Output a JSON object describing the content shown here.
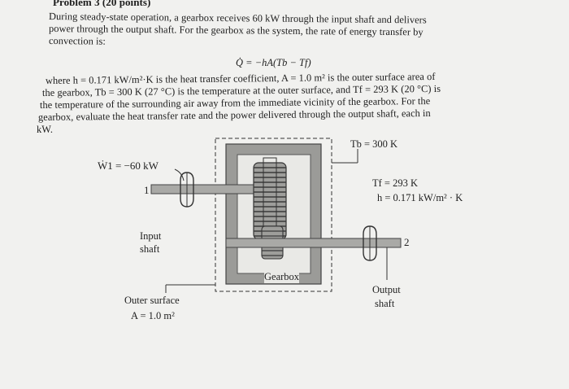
{
  "problem": {
    "title": "Problem 3 (20 points)",
    "intro_lines": [
      "During steady-state operation, a gearbox receives 60 kW through the input shaft and delivers",
      "power through the output shaft. For the gearbox as the system, the rate of energy transfer by",
      "convection is:"
    ],
    "equation": "Q̇ = −hA(Tb − Tf)",
    "body_lines": [
      "where h = 0.171 kW/m²·K is the heat transfer coefficient, A = 1.0 m² is the outer surface area of",
      "the gearbox, Tb = 300 K (27 °C) is the temperature at the outer surface, and Tf = 293 K (20 °C) is",
      "the temperature of the surrounding air away from the immediate vicinity of the gearbox. For the",
      "gearbox, evaluate the heat transfer rate and the power delivered through the output shaft, each in",
      "kW."
    ]
  },
  "figure": {
    "w1": "Ẇ1 = −60 kW",
    "input_index": "1",
    "input_label": [
      "Input",
      "shaft"
    ],
    "tb": "Tb = 300 K",
    "tf": "Tf = 293 K",
    "h": "h = 0.171 kW/m² · K",
    "output_index": "2",
    "gearbox": "Gearbox",
    "outer_surface": "Outer surface",
    "area": "A = 1.0 m²",
    "output_label": [
      "Output",
      "shaft"
    ]
  }
}
